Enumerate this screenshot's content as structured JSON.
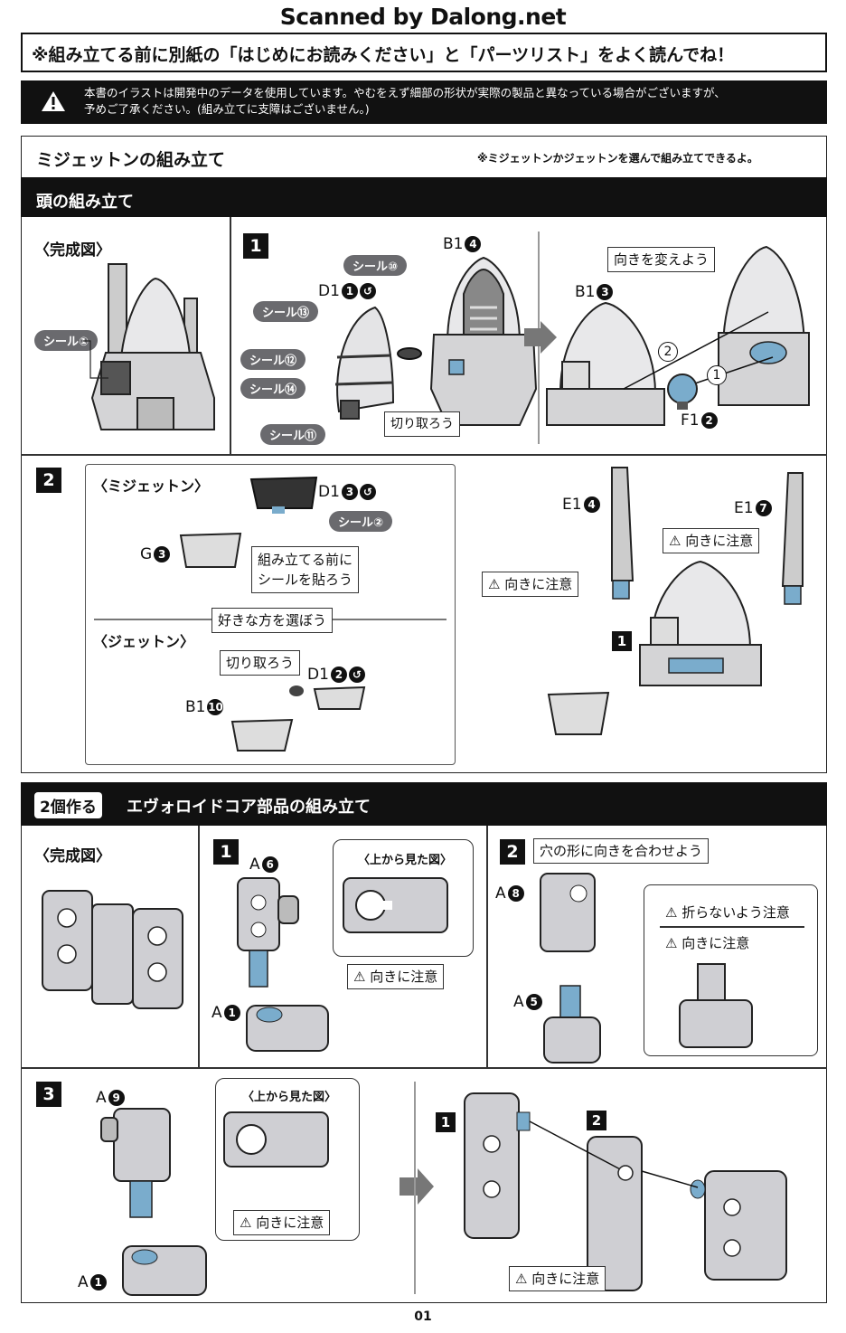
{
  "watermark": "Scanned by Dalong.net",
  "top_note": "※組み立てる前に別紙の「はじめにお読みください」と「パーツリスト」をよく読んでね！",
  "warning": {
    "line1": "本書のイラストは開発中のデータを使用しています。やむをえず細部の形状が実際の製品と異なっている場合がございますが、",
    "line2": "予めご了承ください。(組み立てに支障はございません。)"
  },
  "section1": {
    "title": "ミジェットンの組み立て",
    "note": "※ミジェットンかジェットンを選んで組み立てできるよ。"
  },
  "head": {
    "title": "頭の組み立て",
    "completed": "〈完成図〉",
    "seal1": "シール①"
  },
  "step1": {
    "num": "1",
    "seal10": "シール⑩",
    "seal13": "シール⑬",
    "seal12": "シール⑫",
    "seal14": "シール⑭",
    "seal11": "シール⑪",
    "d1": "D1",
    "d1_num": "1",
    "b1a": "B1",
    "b1a_num": "4",
    "cut": "切り取ろう",
    "b1b": "B1",
    "b1b_num": "3",
    "change": "向きを変えよう",
    "f1": "F1",
    "f1_num": "2",
    "order1": "1",
    "order2": "2"
  },
  "step2": {
    "num": "2",
    "midgetton": "〈ミジェットン〉",
    "jetton": "〈ジェットン〉",
    "d1": "D1",
    "d1_num": "3",
    "seal2": "シール②",
    "g": "G",
    "g_num": "3",
    "sticker_note1": "組み立てる前に",
    "sticker_note2": "シールを貼ろう",
    "choose": "好きな方を選ぼう",
    "cut": "切り取ろう",
    "d1b": "D1",
    "d1b_num": "2",
    "b1": "B1",
    "b1_num": "10",
    "e1a": "E1",
    "e1a_num": "4",
    "e1b": "E1",
    "e1b_num": "7",
    "caution": "向きに注意",
    "sub1": "1"
  },
  "section2": {
    "badge": "2個作る",
    "title": "エヴォロイドコア部品の組み立て",
    "completed": "〈完成図〉"
  },
  "core1": {
    "num": "1",
    "a6": "A",
    "a6_num": "6",
    "a1": "A",
    "a1_num": "1",
    "topview": "〈上から見た図〉",
    "caution": "向きに注意"
  },
  "core2": {
    "num": "2",
    "hole": "穴の形に向きを合わせよう",
    "a8": "A",
    "a8_num": "8",
    "a5": "A",
    "a5_num": "5",
    "nobend": "折らないよう注意",
    "caution": "向きに注意"
  },
  "core3": {
    "num": "3",
    "a9": "A",
    "a9_num": "9",
    "a1": "A",
    "a1_num": "1",
    "topview": "〈上から見た図〉",
    "caution": "向きに注意",
    "sub1": "1",
    "sub2": "2",
    "caution2": "向きに注意"
  },
  "page_number": "01"
}
